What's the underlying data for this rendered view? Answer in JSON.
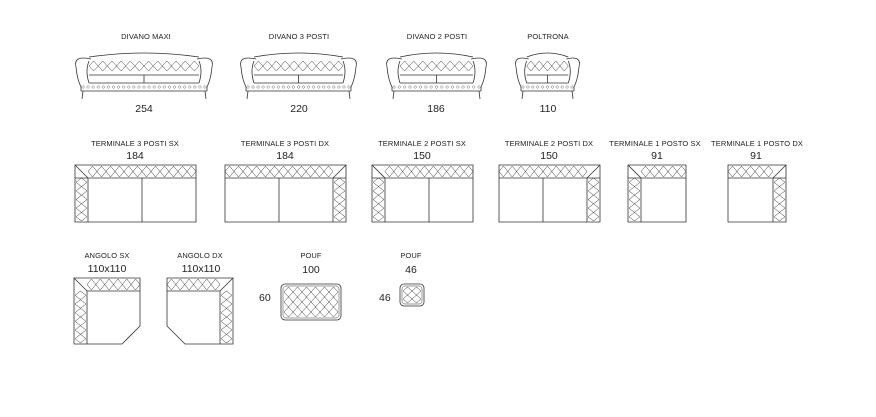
{
  "front_views": [
    {
      "name": "DIVANO MAXI",
      "width": "254"
    },
    {
      "name": "DIVANO 3 POSTI",
      "width": "220"
    },
    {
      "name": "DIVANO 2 POSTI",
      "width": "186"
    },
    {
      "name": "POLTRONA",
      "width": "110"
    }
  ],
  "terminals": [
    {
      "name": "TERMINALE 3 POSTI SX",
      "width": "184",
      "arm": "left",
      "seats": 2
    },
    {
      "name": "TERMINALE 3 POSTI DX",
      "width": "184",
      "arm": "right",
      "seats": 2
    },
    {
      "name": "TERMINALE 2 POSTI SX",
      "width": "150",
      "arm": "left",
      "seats": 2
    },
    {
      "name": "TERMINALE 2 POSTI DX",
      "width": "150",
      "arm": "right",
      "seats": 2
    },
    {
      "name": "TERMINALE 1 POSTO SX",
      "width": "91",
      "arm": "left",
      "seats": 1
    },
    {
      "name": "TERMINALE 1 POSTO DX",
      "width": "91",
      "arm": "right",
      "seats": 1
    }
  ],
  "corners": [
    {
      "name": "ANGOLO SX",
      "size": "110x110"
    },
    {
      "name": "ANGOLO DX",
      "size": "110x110"
    }
  ],
  "poufs": [
    {
      "name": "POUF",
      "width": "100",
      "depth": "60"
    },
    {
      "name": "POUF",
      "width": "46",
      "depth": "46"
    }
  ],
  "colors": {
    "line": "#333333",
    "background": "#ffffff"
  }
}
